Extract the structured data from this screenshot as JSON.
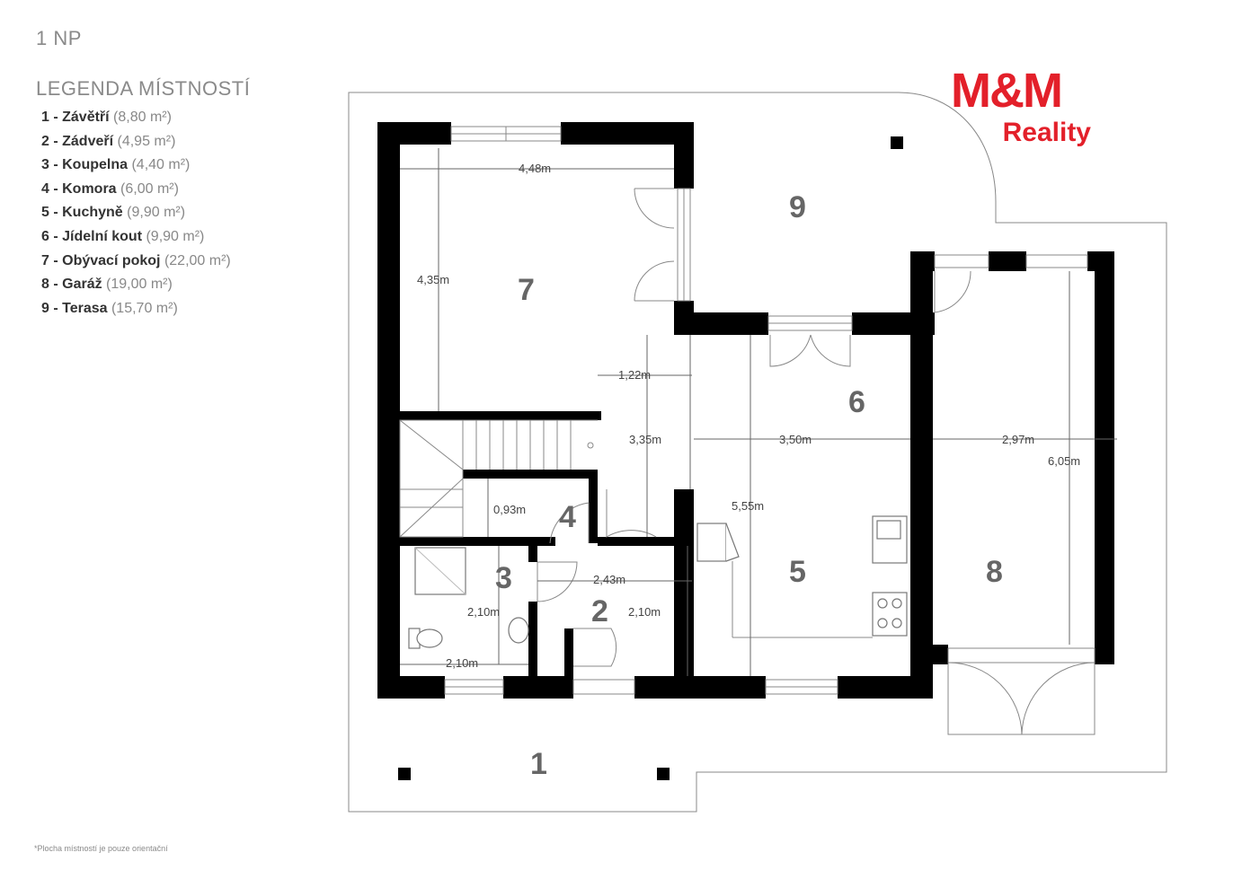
{
  "floor_label": "1 NP",
  "legend_title": "LEGENDA MÍSTNOSTÍ",
  "legend": [
    {
      "num": "1 - ",
      "name": "Závětří",
      "area": " (8,80 m²)"
    },
    {
      "num": "2 - ",
      "name": "Zádveří",
      "area": " (4,95 m²)"
    },
    {
      "num": "3 - ",
      "name": "Koupelna",
      "area": " (4,40 m²)"
    },
    {
      "num": "4 - ",
      "name": "Komora",
      "area": " (6,00 m²)"
    },
    {
      "num": "5 - ",
      "name": "Kuchyně",
      "area": " (9,90 m²)"
    },
    {
      "num": "6 - ",
      "name": "Jídelní kout",
      "area": " (9,90 m²)"
    },
    {
      "num": "7 - ",
      "name": "Obývací pokoj",
      "area": " (22,00 m²)"
    },
    {
      "num": "8 - ",
      "name": "Garáž",
      "area": " (19,00 m²)"
    },
    {
      "num": "9 - ",
      "name": "Terasa",
      "area": " (15,70 m²)"
    }
  ],
  "logo": {
    "mark": "M&M",
    "sub": "Reality",
    "color": "#e3202a"
  },
  "room_numbers": [
    "1",
    "2",
    "3",
    "4",
    "5",
    "6",
    "7",
    "8",
    "9"
  ],
  "dimensions": {
    "d_448": "4,48m",
    "d_435": "4,35m",
    "d_122": "1,22m",
    "d_335": "3,35m",
    "d_350": "3,50m",
    "d_297": "2,97m",
    "d_605": "6,05m",
    "d_093": "0,93m",
    "d_555": "5,55m",
    "d_243": "2,43m",
    "d_210a": "2,10m",
    "d_210b": "2,10m",
    "d_210c": "2,10m"
  },
  "footnote": "*Plocha místností je pouze orientační"
}
